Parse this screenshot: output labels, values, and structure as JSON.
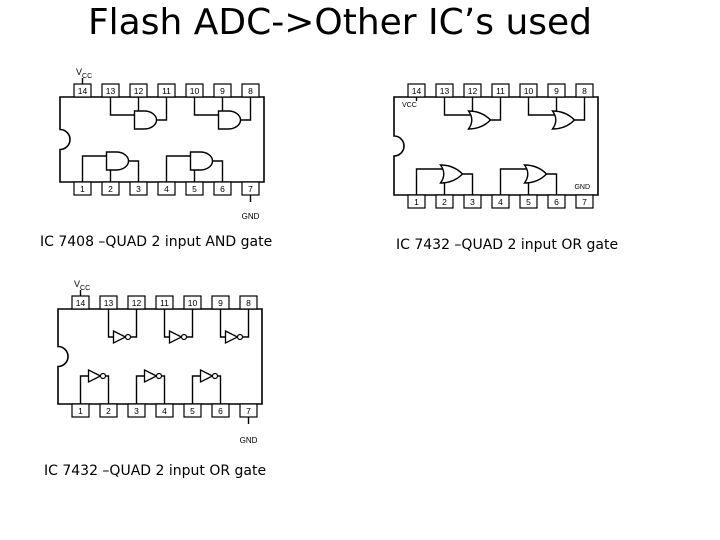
{
  "title": "Flash ADC->Other IC’s used",
  "colors": {
    "line": "#000000",
    "background": "#ffffff"
  },
  "chips": [
    {
      "id": "ic-7408",
      "gate": "and",
      "caption": "IC 7408 –QUAD 2 input AND gate",
      "vcc_label": "V",
      "vcc_sub": "CC",
      "gnd_label": "GND",
      "top_pins": [
        "14",
        "13",
        "12",
        "11",
        "10",
        "9",
        "8"
      ],
      "bottom_pins": [
        "1",
        "2",
        "3",
        "4",
        "5",
        "6",
        "7"
      ]
    },
    {
      "id": "ic-7432",
      "gate": "or",
      "caption": "IC 7432 –QUAD 2 input OR gate",
      "vcc_label": "VCC",
      "vcc_sub": "",
      "gnd_label": "GND",
      "top_pins": [
        "14",
        "13",
        "12",
        "11",
        "10",
        "9",
        "8"
      ],
      "bottom_pins": [
        "1",
        "2",
        "3",
        "4",
        "5",
        "6",
        "7"
      ]
    },
    {
      "id": "ic-7404",
      "gate": "not",
      "caption": "IC 7432 –QUAD 2 input OR gate",
      "vcc_label": "V",
      "vcc_sub": "CC",
      "gnd_label": "GND",
      "top_pins": [
        "14",
        "13",
        "12",
        "11",
        "10",
        "9",
        "8"
      ],
      "bottom_pins": [
        "1",
        "2",
        "3",
        "4",
        "5",
        "6",
        "7"
      ]
    }
  ]
}
